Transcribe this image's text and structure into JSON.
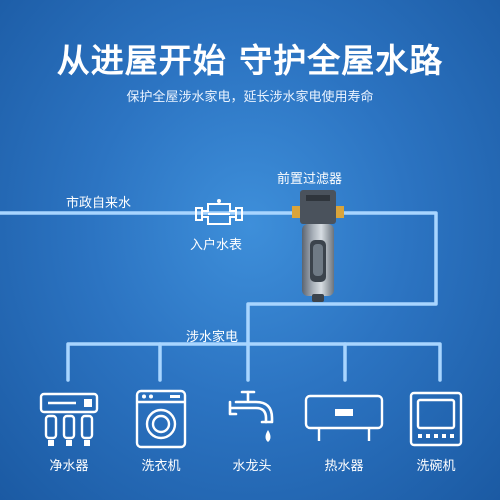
{
  "header": {
    "title": "从进屋开始 守护全屋水路",
    "subtitle": "保护全屋涉水家电，延长涉水家电使用寿命"
  },
  "diagram": {
    "source_label": "市政自来水",
    "meter_label": "入户水表",
    "filter_label": "前置过滤器",
    "appliances_label": "涉水家电",
    "devices": [
      {
        "label": "净水器",
        "icon": "water-purifier-icon"
      },
      {
        "label": "洗衣机",
        "icon": "washing-machine-icon"
      },
      {
        "label": "水龙头",
        "icon": "faucet-icon"
      },
      {
        "label": "热水器",
        "icon": "water-heater-icon"
      },
      {
        "label": "洗碗机",
        "icon": "dishwasher-icon"
      }
    ]
  },
  "colors": {
    "background": "#2c74c2",
    "pipe": "#9fd0ff",
    "icon": "#ffffff"
  }
}
